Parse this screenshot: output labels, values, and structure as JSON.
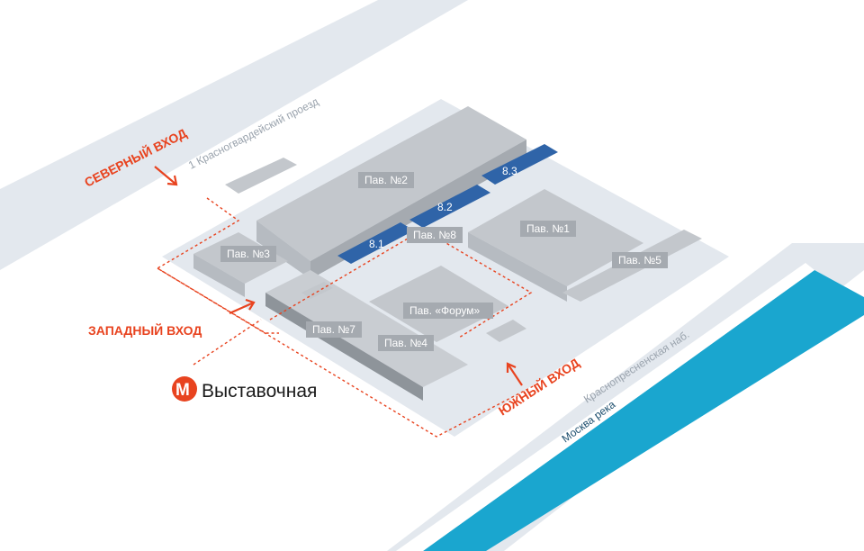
{
  "map": {
    "roads": {
      "north": "1 Красногвардейский проезд",
      "south": "Краснопресненская наб.",
      "river": "Москва река"
    },
    "pavilions": {
      "pav1": "Пав. №1",
      "pav2": "Пав. №2",
      "pav3": "Пав. №3",
      "pav4": "Пав. №4",
      "pav5": "Пав. №5",
      "pav7": "Пав. №7",
      "pav8": "Пав. №8",
      "forum": "Пав. «Форум»",
      "h81": "8.1",
      "h82": "8.2",
      "h83": "8.3"
    },
    "entrances": {
      "north": "СЕВЕРНЫЙ ВХОД",
      "west": "ЗАПАДНЫЙ ВХОД",
      "south": "ЮЖНЫЙ ВХОД"
    },
    "metro": {
      "symbol": "М",
      "station": "Выставочная"
    },
    "colors": {
      "accent": "#e8431f",
      "hall_blue": "#2f64a8",
      "river": "#1aa6cf",
      "building": "#c3c7cc",
      "ground": "#e3e8ee"
    }
  }
}
